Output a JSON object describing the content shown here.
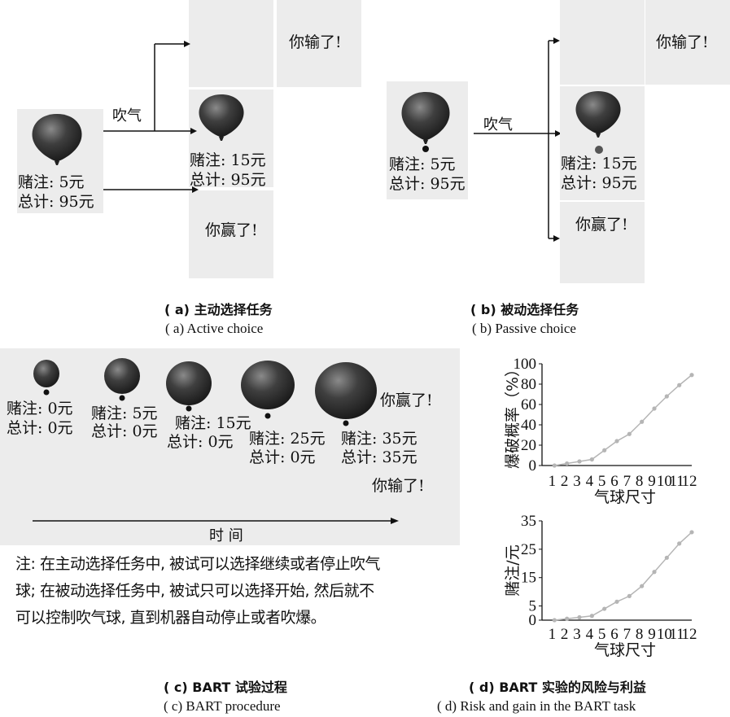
{
  "panel_a": {
    "start": {
      "bet": "赌注: 5元",
      "total": "总计: 95元"
    },
    "action": "吹气",
    "next": {
      "bet": "赌注: 15元",
      "total": "总计:  95元"
    },
    "lose": "你输了!",
    "win": "你赢了!",
    "caption_cn": "( a)  主动选择任务",
    "caption_en": "( a)  Active choice"
  },
  "panel_b": {
    "start": {
      "bet": "赌注: 5元",
      "total": "总计: 95元"
    },
    "action": "吹气",
    "next": {
      "bet": "赌注: 15元",
      "total": "总计:  95元"
    },
    "lose": "你输了!",
    "win": "你赢了!",
    "caption_cn": "( b)  被动选择任务",
    "caption_en": "( b)  Passive choice"
  },
  "panel_c": {
    "steps": [
      {
        "bet": "赌注: 0元",
        "total": "总计: 0元"
      },
      {
        "bet": "赌注: 5元",
        "total": "总计: 0元"
      },
      {
        "bet": "赌注: 15元",
        "total": "总计: 0元"
      },
      {
        "bet": "赌注: 25元",
        "total": "总计: 0元"
      },
      {
        "bet": "赌注: 35元",
        "total": "总计: 35元"
      }
    ],
    "win": "你赢了!",
    "lose": "你输了!",
    "time_label": "时  间",
    "note_lines": [
      "注: 在主动选择任务中, 被试可以选择继续或者停止吹气",
      "球; 在被动选择任务中, 被试只可以选择开始, 然后就不",
      "可以控制吹气球, 直到机器自动停止或者吹爆。"
    ],
    "caption_cn": "( c)  BART 试验过程",
    "caption_en": "( c)  BART procedure"
  },
  "panel_d": {
    "caption_cn": "( d)  BART 实验的风险与利益",
    "caption_en": "( d) Risk and gain in the BART task"
  },
  "colors": {
    "balloon": "#3a3a3a",
    "panel": "#ececec",
    "chart_line": "#b5b5b5"
  },
  "chart_data": [
    {
      "type": "line",
      "title": "",
      "xlabel": "气球尺寸",
      "ylabel": "爆破概率（%）",
      "x": [
        1,
        2,
        3,
        4,
        5,
        6,
        7,
        8,
        9,
        10,
        11,
        12
      ],
      "xticks": [
        "1",
        "2",
        "3",
        "4",
        "5",
        "6",
        "7",
        "8",
        "9",
        "10",
        "11",
        "12"
      ],
      "xlim": [
        0,
        12
      ],
      "ylim": [
        0,
        100
      ],
      "yticks": [
        0,
        20,
        40,
        60,
        80,
        100
      ],
      "series": [
        {
          "values": [
            0,
            2,
            4,
            6,
            15,
            24,
            31,
            43,
            56,
            68,
            79,
            89
          ]
        }
      ]
    },
    {
      "type": "line",
      "title": "",
      "xlabel": "气球尺寸",
      "ylabel": "赌注/元",
      "x": [
        1,
        2,
        3,
        4,
        5,
        6,
        7,
        8,
        9,
        10,
        11,
        12
      ],
      "xticks": [
        "1",
        "2",
        "3",
        "4",
        "5",
        "6",
        "7",
        "8",
        "9",
        "10",
        "11",
        "12"
      ],
      "xlim": [
        0,
        12
      ],
      "ylim": [
        0,
        35
      ],
      "yticks": [
        0,
        5,
        15,
        25,
        35
      ],
      "series": [
        {
          "values": [
            0,
            0.5,
            1,
            1.5,
            4,
            6.5,
            8.5,
            12,
            17,
            22,
            27,
            31
          ]
        }
      ]
    }
  ]
}
